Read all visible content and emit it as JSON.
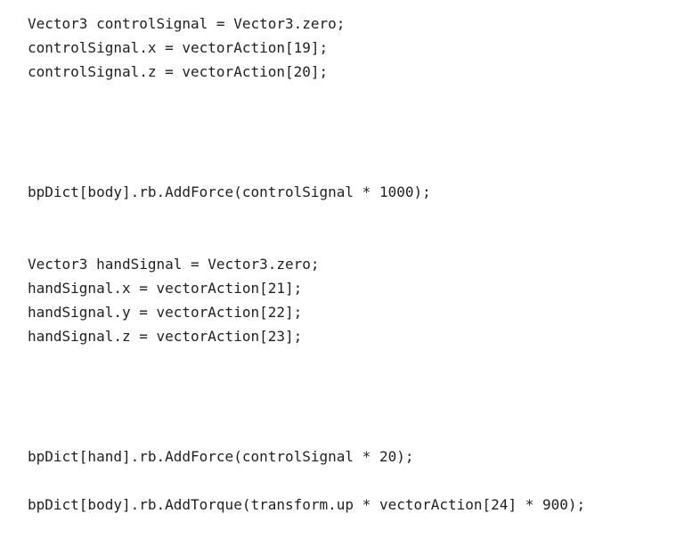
{
  "code": {
    "lines": [
      "Vector3 controlSignal = Vector3.zero;",
      "controlSignal.x = vectorAction[19];",
      "controlSignal.z = vectorAction[20];",
      "bpDict[body].rb.AddForce(controlSignal * 1000);",
      "Vector3 handSignal = Vector3.zero;",
      "handSignal.x = vectorAction[21];",
      "handSignal.y = vectorAction[22];",
      "handSignal.z = vectorAction[23];",
      "bpDict[hand].rb.AddForce(controlSignal * 20);",
      "bpDict[body].rb.AddTorque(transform.up * vectorAction[24] * 900);"
    ]
  }
}
